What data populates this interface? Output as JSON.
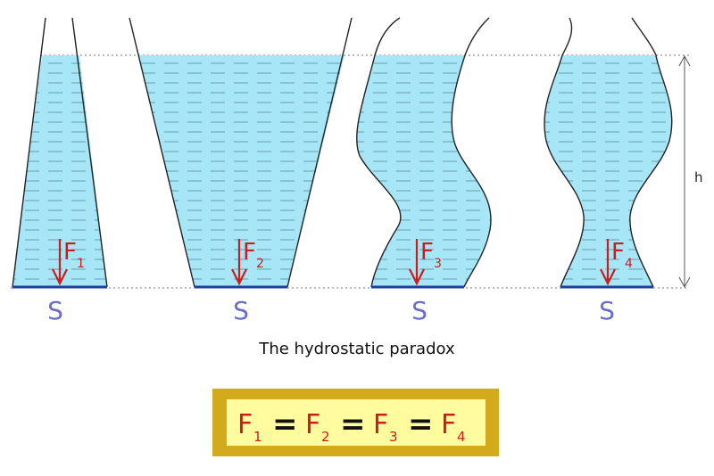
{
  "title": "The hydrostatic paradox",
  "height_label": "h",
  "vessels": [
    {
      "base_label": "S",
      "force_symbol": "F",
      "force_index": "1"
    },
    {
      "base_label": "S",
      "force_symbol": "F",
      "force_index": "2"
    },
    {
      "base_label": "S",
      "force_symbol": "F",
      "force_index": "3"
    },
    {
      "base_label": "S",
      "force_symbol": "F",
      "force_index": "4"
    }
  ],
  "equation": {
    "terms": [
      {
        "symbol": "F",
        "index": "1"
      },
      {
        "symbol": "F",
        "index": "2"
      },
      {
        "symbol": "F",
        "index": "3"
      },
      {
        "symbol": "F",
        "index": "4"
      }
    ],
    "operator": "="
  },
  "colors": {
    "water": "#a6e6f7",
    "water_lines": "#4f7d8a",
    "base": "#1f3f9a",
    "force": "#c81e1e",
    "label": "#6a6ec8",
    "equation_box_border": "#d2aa1c",
    "equation_box_fill": "#fffca0"
  }
}
